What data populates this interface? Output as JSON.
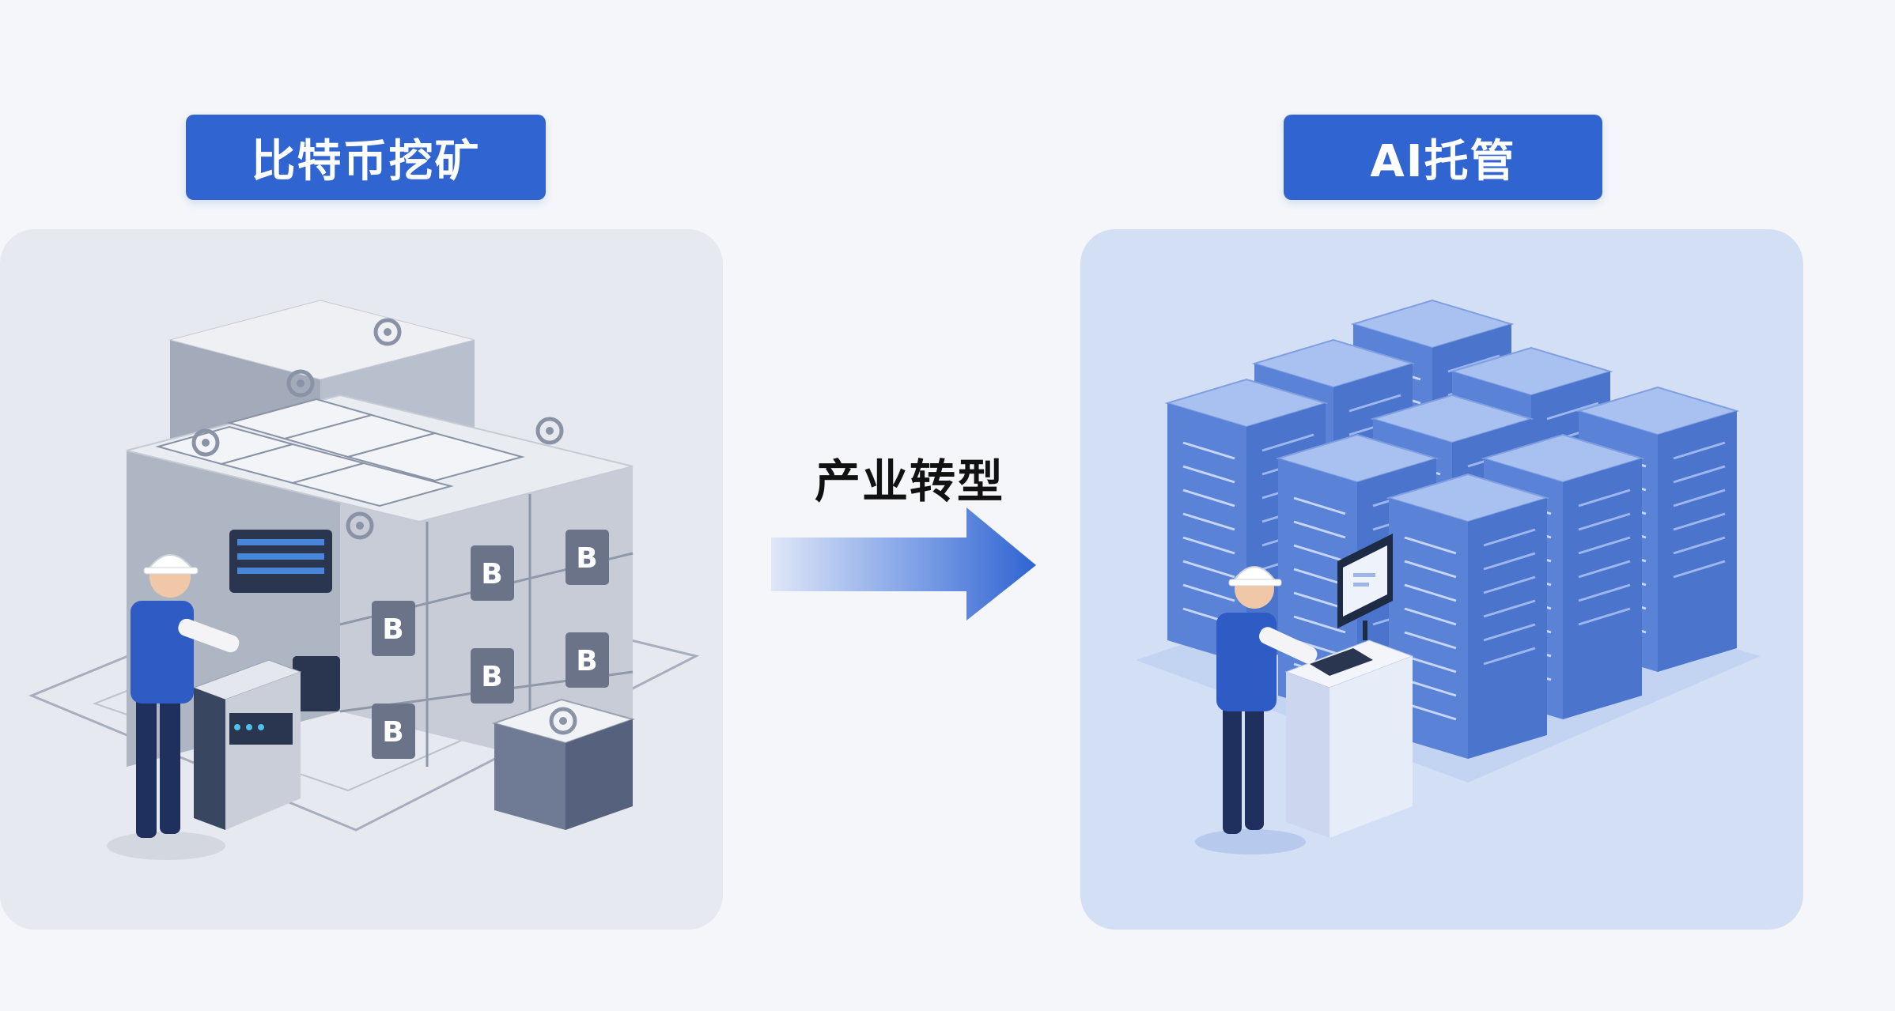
{
  "left": {
    "title": "比特币挖矿",
    "coin_symbol": "B"
  },
  "right": {
    "title": "AI托管"
  },
  "transition": {
    "label": "产业转型"
  },
  "colors": {
    "accent_blue": "#2f64d1",
    "left_panel_bg": "#e6e9f0",
    "right_panel_bg": "#d3dff5",
    "server_blue": "#6d93e0"
  },
  "icons": [
    "bitcoin-icon",
    "gear-icon",
    "arrow-right-icon",
    "server-rack-icon",
    "monitor-icon",
    "hard-hat-icon"
  ]
}
